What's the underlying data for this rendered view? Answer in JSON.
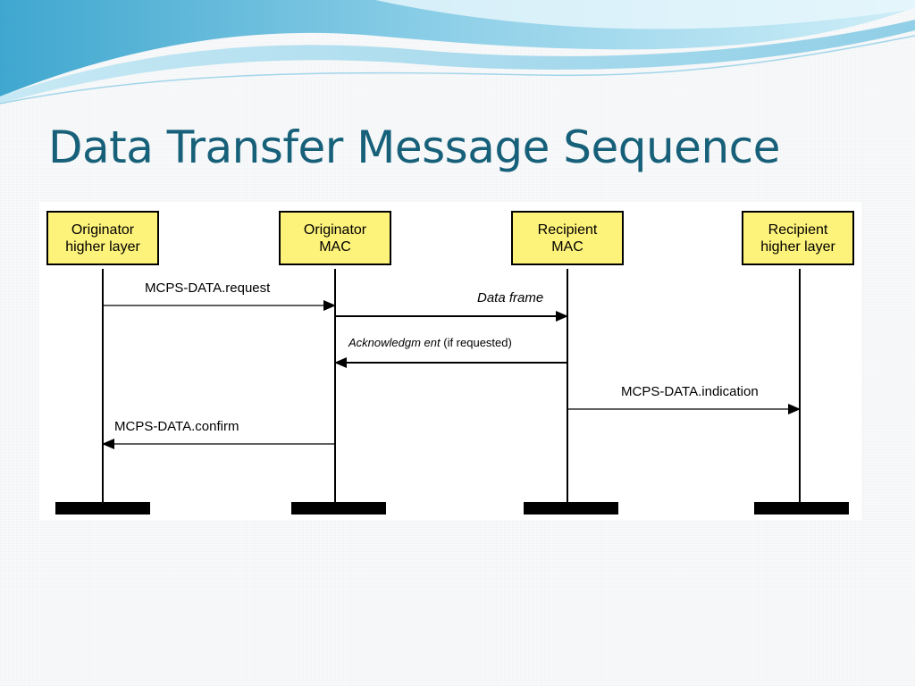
{
  "slide": {
    "title": "Data Transfer Message Sequence"
  },
  "colors": {
    "title": "#17607a",
    "box_fill": "#fdf27a",
    "wave_light": "#a8dcef",
    "wave_dark": "#3fa7cf"
  },
  "participants": [
    {
      "line1": "Originator",
      "line2": "higher layer"
    },
    {
      "line1": "Originator",
      "line2": "MAC"
    },
    {
      "line1": "Recipient",
      "line2": "MAC"
    },
    {
      "line1": "Recipient",
      "line2": "higher layer"
    }
  ],
  "messages": [
    {
      "label": "MCPS-DATA.request",
      "from": 0,
      "to": 1,
      "style": "normal"
    },
    {
      "label": "Data frame",
      "from": 1,
      "to": 2,
      "style": "italic"
    },
    {
      "label": "Acknowledgm ent",
      "label_suffix": " (if requested)",
      "from": 2,
      "to": 1,
      "style": "italic"
    },
    {
      "label": "MCPS-DATA.indication",
      "from": 2,
      "to": 3,
      "style": "normal"
    },
    {
      "label": "MCPS-DATA.confirm",
      "from": 1,
      "to": 0,
      "style": "normal"
    }
  ]
}
